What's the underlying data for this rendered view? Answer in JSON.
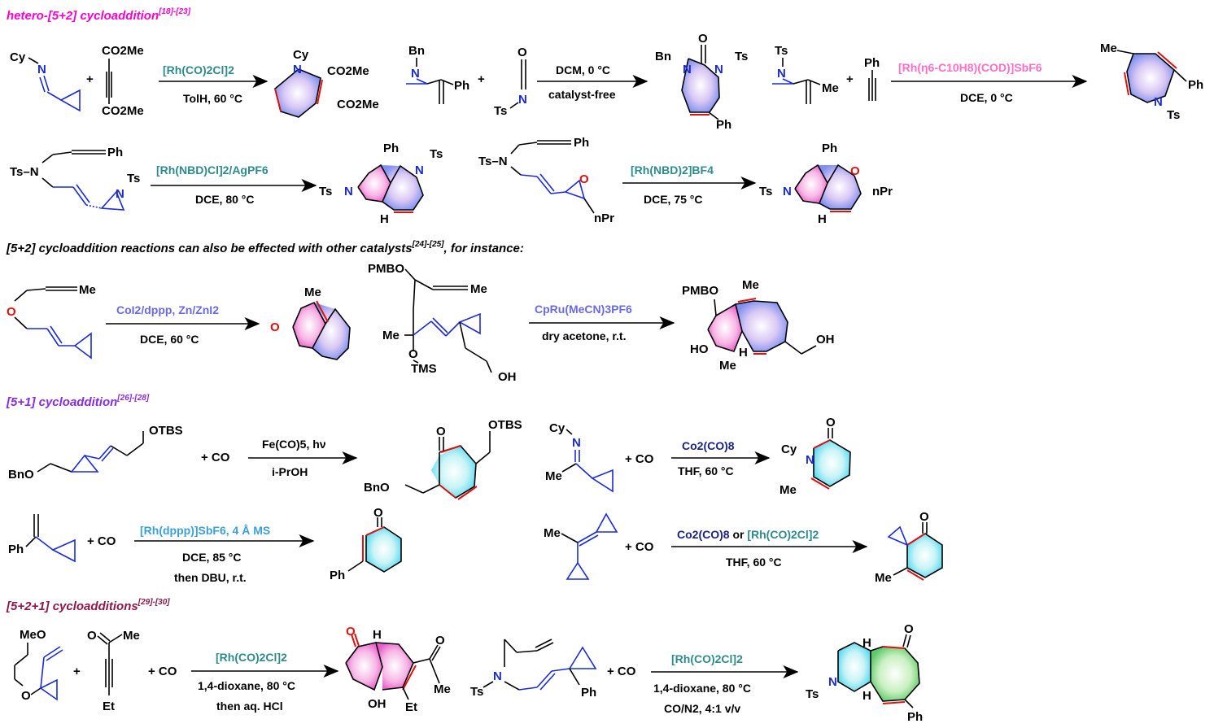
{
  "sections": {
    "hetero": {
      "title": "hetero-[5+2] cycloaddition",
      "ref": "[18]-[23]"
    },
    "other_catalysts": {
      "title": "[5+2] cycloaddition reactions can also be effected with other catalysts",
      "ref": "[24]-[25]",
      "suffix": ", for instance:"
    },
    "five_one": {
      "title": "[5+1] cycloaddition",
      "ref": "[26]-[28]"
    },
    "five_two_one": {
      "title": "[5+2+1] cycloadditions",
      "ref": "[29]-[30]"
    }
  },
  "colors": {
    "hetero": "#ff00cc",
    "five_one": "#8a2be2",
    "five_two_one": "#8b1a4a",
    "teal": "#2e8b8b",
    "pink_reagent": "#ff6ec7",
    "blue_reagent": "#6a6ae0",
    "navy": "#1a237e",
    "lightblue": "#3aa0d8"
  },
  "reactions": {
    "r1": {
      "cat": "[Rh(CO)2Cl]2",
      "cond": "TolH, 60 °C"
    },
    "r2": {
      "cat": "DCM, 0 °C",
      "cond": "catalyst-free"
    },
    "r3": {
      "cat": "[Rh(η6-C10H8)(COD)]SbF6",
      "cond": "DCE, 0 °C"
    },
    "r4": {
      "cat": "[Rh(NBD)Cl]2/AgPF6",
      "cond": "DCE, 80 °C"
    },
    "r5": {
      "cat": "[Rh(NBD)2]BF4",
      "cond": "DCE, 75 °C"
    },
    "r6": {
      "cat": "CoI2/dppp, Zn/ZnI2",
      "cond": "DCE, 60 °C"
    },
    "r7": {
      "cat": "CpRu(MeCN)3PF6",
      "cond": "dry acetone, r.t."
    },
    "r8": {
      "cat": "Fe(CO)5, hν",
      "cond": "i-PrOH"
    },
    "r9": {
      "cat": "Co2(CO)8",
      "cond": "THF, 60 °C"
    },
    "r10": {
      "cat": "[Rh(dppp)]SbF6, 4 Å MS",
      "cond": "DCE, 85 °C",
      "cond2": "then DBU, r.t."
    },
    "r11": {
      "cat_a": "Co2(CO)8",
      "cat_or": " or ",
      "cat_b": "[Rh(CO)2Cl]2",
      "cond": "THF, 60 °C"
    },
    "r12": {
      "cat": "[Rh(CO)2Cl]2",
      "cond": "1,4-dioxane, 80 °C",
      "cond2": "then aq. HCl"
    },
    "r13": {
      "cat": "[Rh(CO)2Cl]2",
      "cond": "1,4-dioxane, 80 °C",
      "cond2": "CO/N2, 4:1 v/v"
    }
  },
  "atoms": {
    "Cy": "Cy",
    "N": "N",
    "O": "O",
    "Ts": "Ts",
    "Bn": "Bn",
    "Ph": "Ph",
    "Me": "Me",
    "CO2Me": "CO2Me",
    "H": "H",
    "nPr": "nPr",
    "PMBO": "PMBO",
    "TMS": "TMS",
    "OH": "OH",
    "HO": "HO",
    "OTBS": "OTBS",
    "BnO": "BnO",
    "Et": "Et",
    "MeO": "MeO",
    "plus": "+",
    "CO": "CO",
    "plusCO": "+ CO",
    "TsN": "Ts–N",
    "O_link": "O"
  }
}
